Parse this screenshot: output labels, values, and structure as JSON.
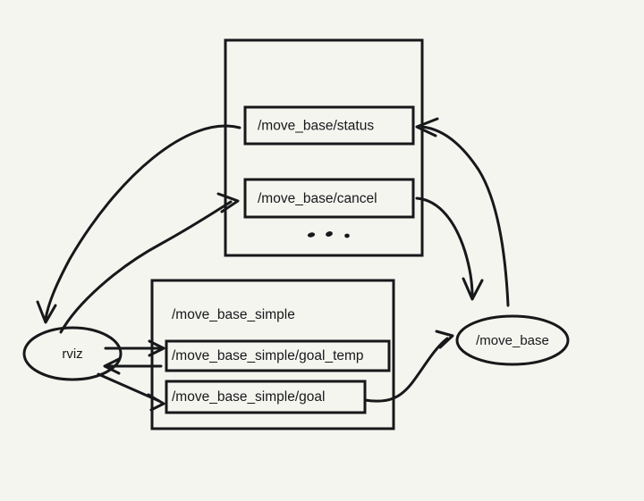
{
  "diagram": {
    "type": "ros-node-graph",
    "background_color": "#f5f5f0",
    "stroke_color": "#17181a",
    "groups": [
      {
        "id": "move_base_group",
        "label": "",
        "topics": [
          {
            "id": "status",
            "label": "/move_base/status"
          },
          {
            "id": "cancel",
            "label": "/move_base/cancel"
          }
        ],
        "ellipsis": "..."
      },
      {
        "id": "move_base_simple_group",
        "label": "/move_base_simple",
        "topics": [
          {
            "id": "goal_temp",
            "label": "/move_base_simple/goal_temp"
          },
          {
            "id": "goal",
            "label": "/move_base_simple/goal"
          }
        ]
      }
    ],
    "nodes": [
      {
        "id": "rviz",
        "label": "rviz"
      },
      {
        "id": "move_base",
        "label": "/move_base"
      }
    ],
    "edges": [
      {
        "id": "status-to-rviz",
        "from": "/move_base/status",
        "to": "rviz"
      },
      {
        "id": "rviz-to-cancel",
        "from": "rviz",
        "to": "/move_base/cancel"
      },
      {
        "id": "move_base-to-status",
        "from": "/move_base",
        "to": "/move_base/status"
      },
      {
        "id": "cancel-to-move_base",
        "from": "/move_base/cancel",
        "to": "/move_base"
      },
      {
        "id": "rviz-to-goal_temp",
        "from": "rviz",
        "to": "/move_base_simple/goal_temp"
      },
      {
        "id": "goal_temp-to-rviz",
        "from": "/move_base_simple/goal_temp",
        "to": "rviz"
      },
      {
        "id": "rviz-to-goal",
        "from": "rviz",
        "to": "/move_base_simple/goal"
      },
      {
        "id": "goal-to-move_base",
        "from": "/move_base_simple/goal",
        "to": "/move_base"
      }
    ]
  }
}
